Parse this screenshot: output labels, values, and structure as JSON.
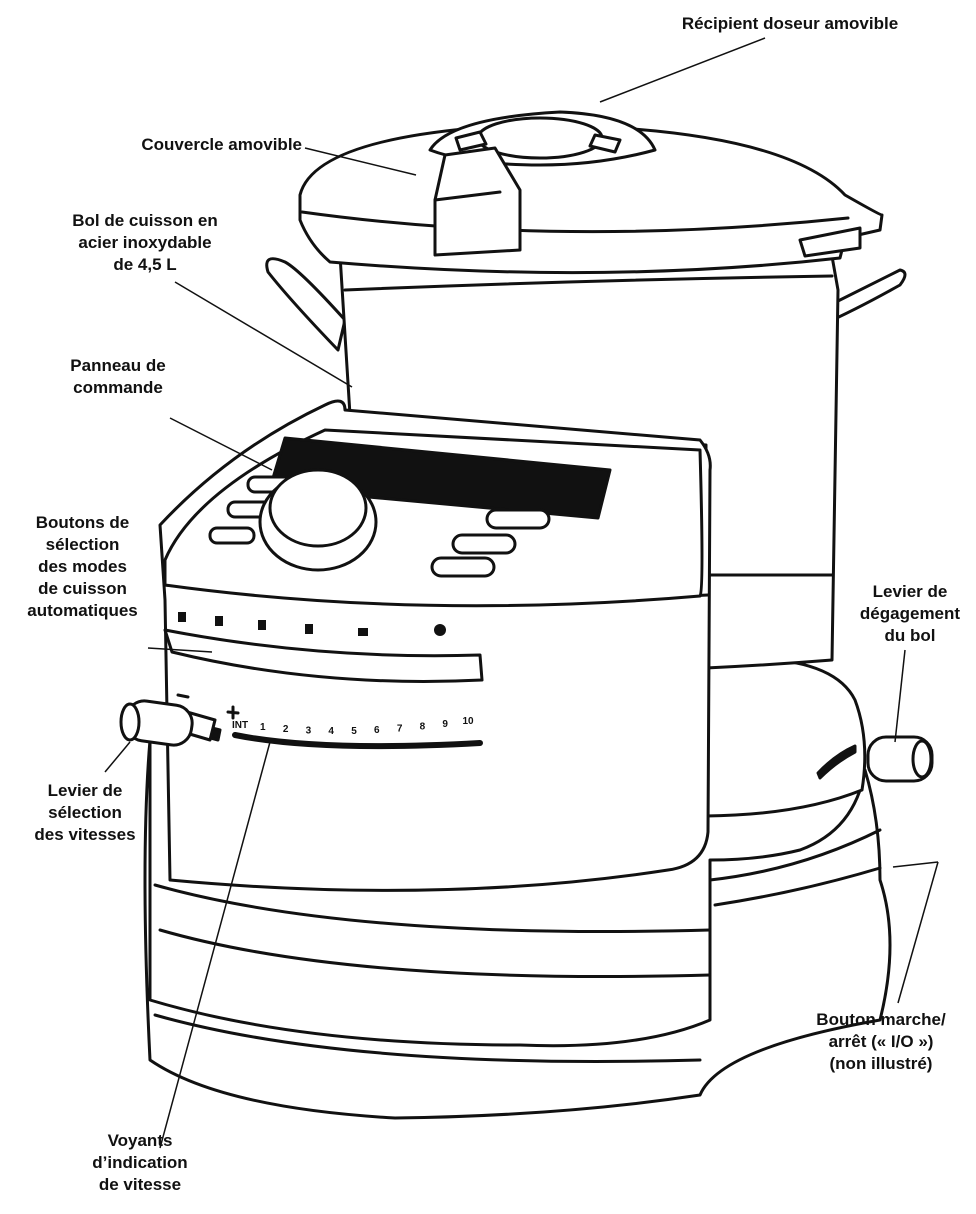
{
  "labels": {
    "measuring_cup": "Récipient doseur amovible",
    "lid": "Couvercle amovible",
    "bowl": "Bol de cuisson en\nacier inoxydable\nde 4,5 L",
    "control_panel": "Panneau de\ncommande",
    "auto_modes": "Boutons de\nsélection\ndes modes\nde cuisson\nautomatiques",
    "bowl_release": "Levier de\ndégagement\ndu bol",
    "speed_lever": "Levier de\nsélection\ndes vitesses",
    "power_button": "Bouton marche/\narrêt (« I/O »)\n(non illustré)",
    "speed_lights": "Voyants\nd’indication\nde vitesse"
  },
  "speed_scale": {
    "start": "INT",
    "marks": [
      "1",
      "2",
      "3",
      "4",
      "5",
      "6",
      "7",
      "8",
      "9",
      "10"
    ]
  },
  "colors": {
    "ink": "#111111",
    "paper": "#ffffff"
  }
}
